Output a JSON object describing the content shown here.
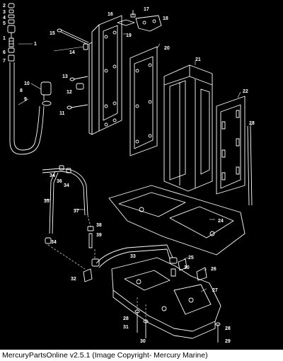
{
  "callouts": [
    "1",
    "2",
    "3",
    "4",
    "5",
    "6",
    "7",
    "8",
    "9",
    "10",
    "11",
    "12",
    "13",
    "14",
    "15",
    "16",
    "17",
    "18",
    "19",
    "20",
    "21",
    "22",
    "23",
    "24",
    "25",
    "26",
    "27",
    "28",
    "28",
    "29",
    "30",
    "30",
    "31",
    "32",
    "33",
    "34",
    "34",
    "34",
    "35",
    "36",
    "37",
    "38",
    "39"
  ],
  "footer": {
    "caption": "MercuryPartsOnline v2.5.1 (Image Copyright- Mercury Marine)"
  },
  "colors": {
    "background": "#000000",
    "linework": "#ffffff",
    "caption_bar": "#ffffff"
  }
}
